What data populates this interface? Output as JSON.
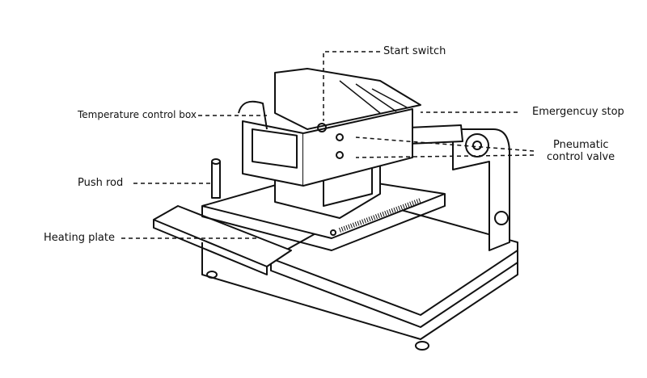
{
  "labels": {
    "start_switch": "Start switch",
    "temperature_control_box": "Temperature control box",
    "emergency_stop": "Emergencuy stop",
    "pneumatic_line1": "Pneumatic",
    "pneumatic_line2": "control valve",
    "push_rod": "Push rod",
    "heating_plate": "Heating plate"
  }
}
